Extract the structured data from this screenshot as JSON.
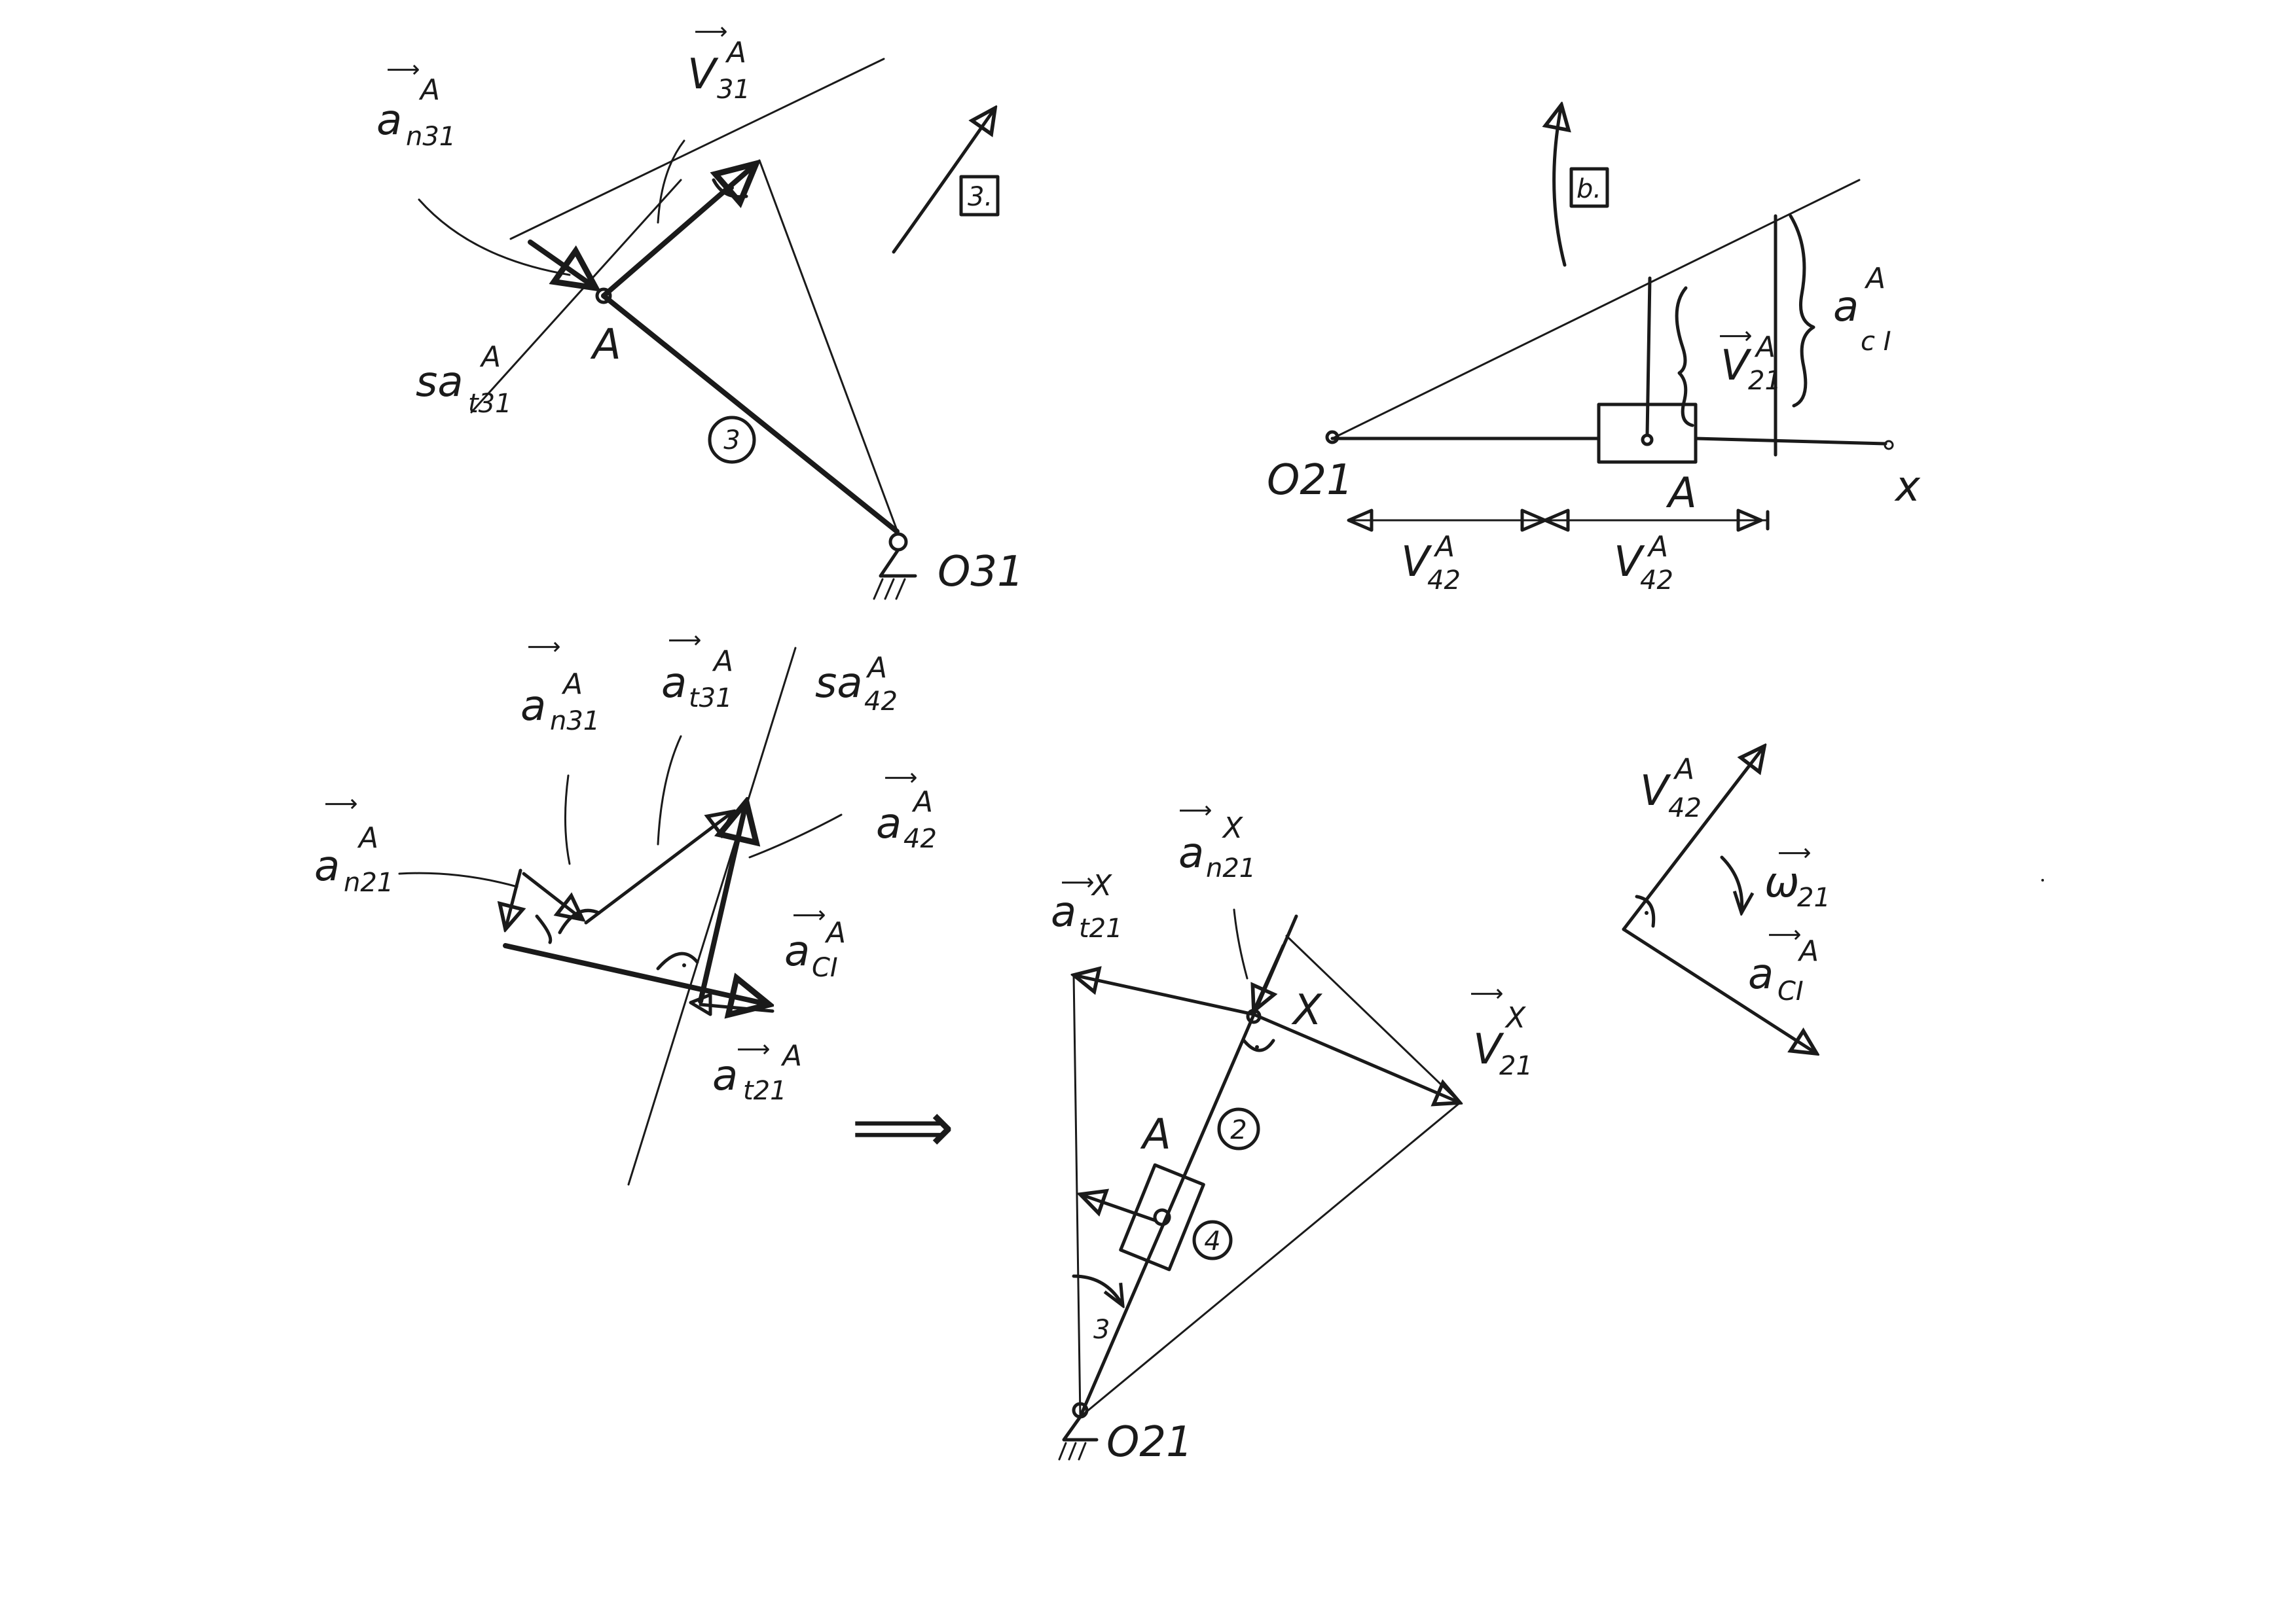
{
  "diagram_1": {
    "box_label": "3.",
    "point": "A",
    "pivot": "O31",
    "link_number": "3",
    "vectors": [
      {
        "symbol": "a",
        "sub": "n31",
        "sup": "A"
      },
      {
        "symbol": "V",
        "sub": "31",
        "sup": "A"
      },
      {
        "symbol": "sa",
        "sub": "t31",
        "sup": "A"
      }
    ]
  },
  "diagram_2": {
    "box_label": "b.",
    "point": "A",
    "origin": "O21",
    "axis": "x",
    "vectors": [
      {
        "symbol": "V",
        "sub": "21",
        "sup": "A"
      },
      {
        "symbol": "a",
        "sub": "c I",
        "sup": "A"
      },
      {
        "symbol": "V",
        "sub": "42",
        "sup": "A"
      },
      {
        "symbol": "V",
        "sub": "42",
        "sup": "A"
      }
    ]
  },
  "diagram_3": {
    "vectors": [
      {
        "symbol": "a",
        "sub": "n31",
        "sup": "A"
      },
      {
        "symbol": "a",
        "sub": "t31",
        "sup": "A"
      },
      {
        "symbol": "sa",
        "sub": "42",
        "sup": "A"
      },
      {
        "symbol": "a",
        "sub": "42",
        "sup": "A"
      },
      {
        "symbol": "a",
        "sub": "n21",
        "sup": "A"
      },
      {
        "symbol": "a",
        "sub": "CI",
        "sup": "A"
      },
      {
        "symbol": "a",
        "sub": "t21",
        "sup": "A"
      }
    ]
  },
  "diagram_4": {
    "point_A": "A",
    "point_X": "X",
    "pivot": "O21",
    "labels": [
      "2",
      "4",
      "3"
    ],
    "vectors": [
      {
        "symbol": "a",
        "sub": "n21",
        "sup": "X"
      },
      {
        "symbol": "a",
        "sub": "t21",
        "sup": "X"
      },
      {
        "symbol": "V",
        "sub": "21",
        "sup": "X"
      }
    ]
  },
  "diagram_5": {
    "vectors": [
      {
        "symbol": "V",
        "sub": "42",
        "sup": "A"
      },
      {
        "symbol": "ω",
        "sub": "21",
        "sup": ""
      },
      {
        "symbol": "a",
        "sub": "CI",
        "sup": "A"
      }
    ]
  },
  "implies": "⟹"
}
